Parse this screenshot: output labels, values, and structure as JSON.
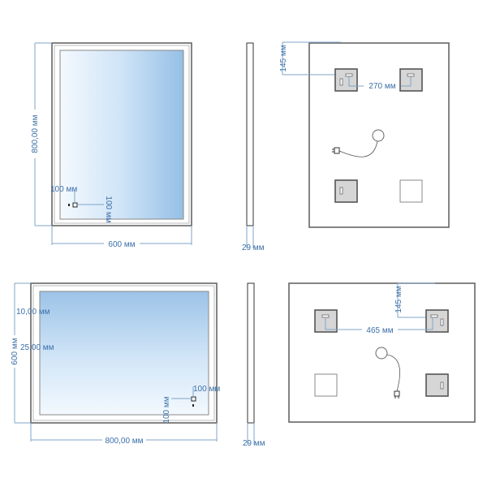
{
  "colors": {
    "dimension": "#3a6fa8",
    "glass_light": "#eef6fd",
    "glass_dark": "#9cc3e8",
    "frame": "#666666"
  },
  "portrait": {
    "front": {
      "height_label": "800,00 мм",
      "width_label": "600 мм",
      "switch_offset_x": "100 мм",
      "switch_offset_y": "100 мм"
    },
    "side": {
      "depth_label": "29 мм"
    },
    "back": {
      "top_offset_label": "145 мм",
      "bracket_spacing_label": "270 мм"
    }
  },
  "landscape": {
    "front": {
      "height_label": "600 мм",
      "width_label": "800,00 мм",
      "frame_gap_label": "10,00 мм",
      "led_gap_label": "25,00 мм",
      "switch_offset_x": "100 мм",
      "switch_offset_y": "100 мм"
    },
    "side": {
      "depth_label": "29 мм"
    },
    "back": {
      "top_offset_label": "145 мм",
      "bracket_spacing_label": "465 мм"
    }
  }
}
